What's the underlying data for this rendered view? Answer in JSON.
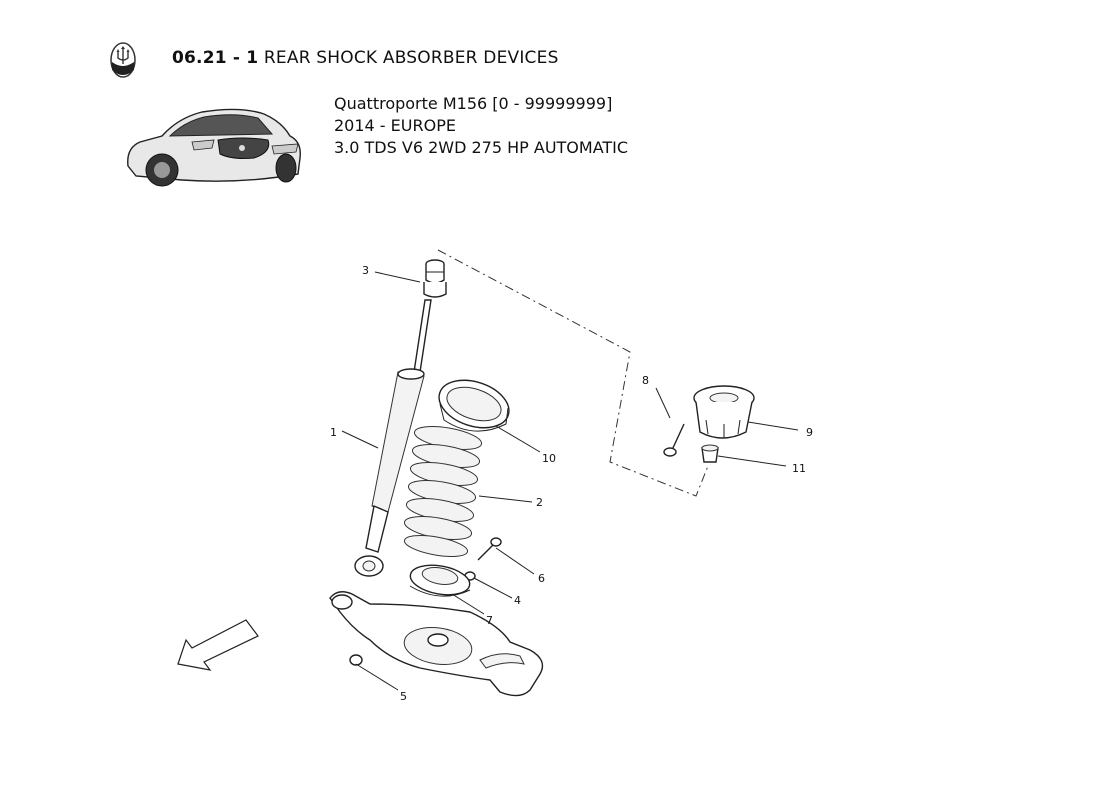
{
  "header": {
    "section_code": "06.21 - 1",
    "section_title": "REAR SHOCK ABSORBER DEVICES"
  },
  "vehicle": {
    "model": "Quattroporte M156 [0 - 99999999]",
    "year_market": "2014 - EUROPE",
    "engine": "3.0 TDS V6 2WD 275 HP AUTOMATIC"
  },
  "callouts": [
    "1",
    "2",
    "3",
    "4",
    "5",
    "6",
    "7",
    "8",
    "9",
    "10",
    "11"
  ]
}
